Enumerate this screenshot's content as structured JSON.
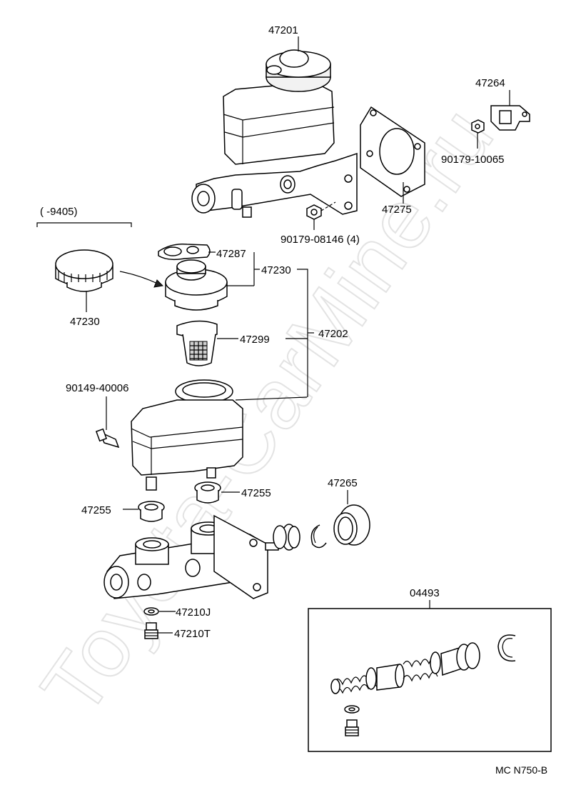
{
  "watermark": "Toyota-CarMine.ru",
  "labels": {
    "p47201": "47201",
    "p47264": "47264",
    "p90179_10065": "90179-10065",
    "p47275": "47275",
    "p90179_08146": "90179-08146 (4)",
    "date_range": "(        -9405)",
    "p47287": "47287",
    "p47230_top": "47230",
    "p47230_cap": "47230",
    "p47299": "47299",
    "p47202": "47202",
    "p90149_40006": "90149-40006",
    "p47255_right": "47255",
    "p47255_left": "47255",
    "p47265": "47265",
    "p47210j": "47210J",
    "p47210t": "47210T",
    "p04493": "04493",
    "diagram_code": "MC  N750-B"
  },
  "icons": [
    "master-cylinder-assembly-icon",
    "reservoir-cap-icon",
    "reservoir-strainer-icon",
    "gasket-icon",
    "bracket-icon",
    "nut-icon",
    "repair-kit-icon"
  ]
}
